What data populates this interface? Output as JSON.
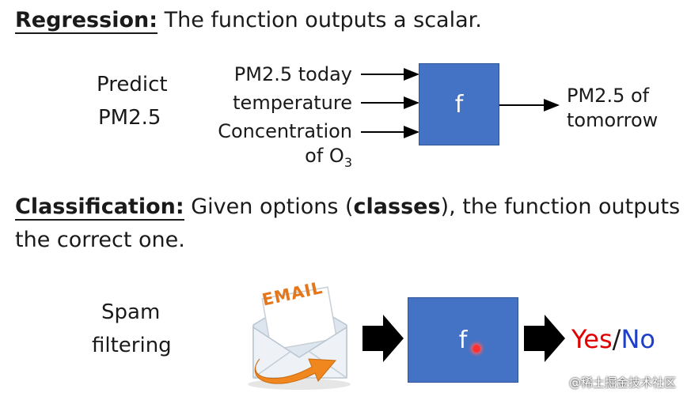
{
  "regression": {
    "title": "Regression:",
    "description": "The function outputs a scalar.",
    "task_line1": "Predict",
    "task_line2": "PM2.5",
    "inputs": [
      "PM2.5 today",
      "temperature",
      "Concentration"
    ],
    "input_last_line": "of O",
    "input_last_subscript": "3",
    "function_label": "f",
    "output_line1": "PM2.5 of",
    "output_line2": "tomorrow"
  },
  "classification": {
    "title": "Classification:",
    "desc_pre": "Given options (",
    "desc_bold": "classes",
    "desc_post": "), the function outputs",
    "desc_line2": "the correct one.",
    "task_line1": "Spam",
    "task_line2": "filtering",
    "email_label": "EMAIL",
    "function_label": "f",
    "output_yes": "Yes",
    "output_sep": "/",
    "output_no": "No",
    "colors": {
      "yes": "#e00000",
      "no": "#1f3fc8",
      "box": "#4472c4",
      "arrow_orange": "#f0861e"
    }
  },
  "watermark": "@稀土掘金技术社区"
}
